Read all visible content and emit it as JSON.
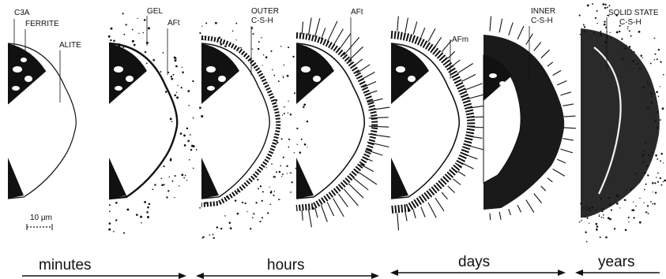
{
  "stages": [
    {
      "id": "stage-1",
      "labels": {
        "c3a": "C3A",
        "ferrite": "FERRITE",
        "alite": "ALITE"
      }
    },
    {
      "id": "stage-2",
      "labels": {
        "gel": "GEL",
        "aft": "AFt"
      }
    },
    {
      "id": "stage-3",
      "labels": {
        "outer_1": "OUTER",
        "outer_2": "C-S-H"
      }
    },
    {
      "id": "stage-4",
      "labels": {
        "aft": "AFt"
      }
    },
    {
      "id": "stage-5",
      "labels": {
        "afm": "AFm"
      }
    },
    {
      "id": "stage-6",
      "labels": {
        "inner_1": "INNER",
        "inner_2": "C-S-H"
      }
    },
    {
      "id": "stage-7",
      "labels": {
        "solid_1": "SOLID STATE",
        "solid_2": "C-S-H"
      }
    }
  ],
  "scale_bar": {
    "label": "10 μm"
  },
  "timeline": [
    {
      "label": "minutes"
    },
    {
      "label": "hours"
    },
    {
      "label": "days"
    },
    {
      "label": "years"
    }
  ],
  "colors": {
    "ink": "#111111",
    "background": "#ffffff"
  }
}
